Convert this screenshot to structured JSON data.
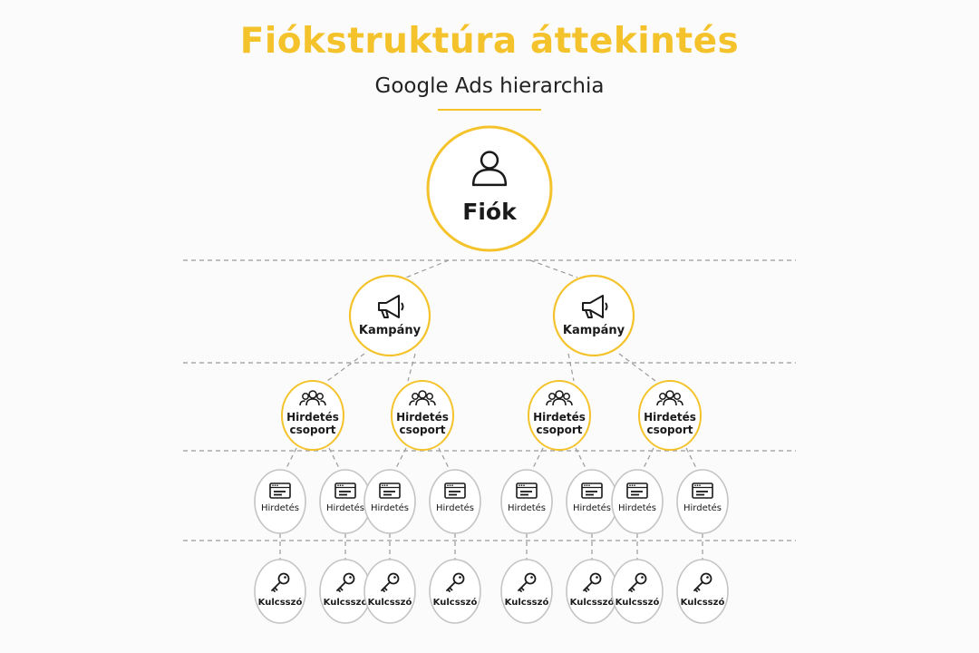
{
  "header": {
    "title": "Fiókstruktúra áttekintés",
    "subtitle": "Google Ads hierarchia"
  },
  "colors": {
    "accent": "#f4c32b",
    "gray_node": "#c4c4c4",
    "line": "#9a9a9a",
    "text": "#1a1a1a"
  },
  "levels": {
    "account": {
      "label": "Fiók",
      "icon": "user-icon"
    },
    "campaign": {
      "label": "Kampány",
      "icon": "megaphone-icon"
    },
    "ad_group": {
      "label_line1": "Hirdetés",
      "label_line2": "csoport",
      "icon": "group-icon"
    },
    "ad": {
      "label": "Hirdetés",
      "icon": "ad-window-icon"
    },
    "keyword": {
      "label": "Kulcsszó",
      "icon": "key-icon"
    }
  },
  "tree": {
    "campaign_count": 2,
    "ad_groups_per_campaign": 2,
    "ads_per_ad_group": 2,
    "keywords_per_ad": 1
  }
}
